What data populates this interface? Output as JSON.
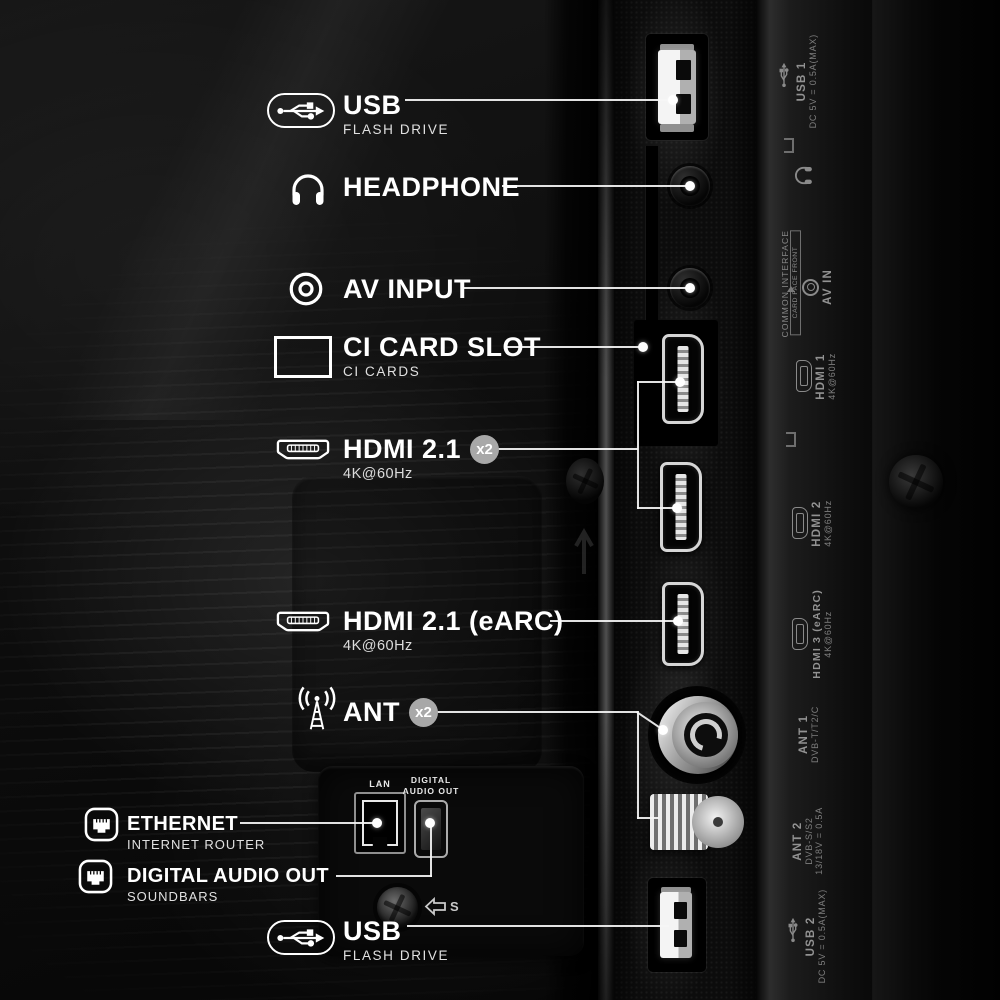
{
  "colors": {
    "background": "#000000",
    "label_text": "#ffffff",
    "sublabel_text": "#e0e0e0",
    "badge_bg": "#a8a8a8",
    "badge_text": "#ffffff",
    "engraving_text": "#8f8f8f",
    "callout_line": "#f0f0f0"
  },
  "callouts": {
    "usb_top": {
      "title": "USB",
      "subtitle": "FLASH DRIVE"
    },
    "headphone": {
      "title": "HEADPHONE"
    },
    "av_input": {
      "title": "AV INPUT"
    },
    "ci_card_slot": {
      "title": "CI CARD SLOT",
      "subtitle": "CI CARDS"
    },
    "hdmi_x2": {
      "title": "HDMI 2.1",
      "badge": "x2",
      "subtitle": "4K@60Hz"
    },
    "hdmi_earc": {
      "title": "HDMI 2.1 (eARC)",
      "subtitle": "4K@60Hz"
    },
    "ant": {
      "title": "ANT",
      "badge": "x2"
    },
    "ethernet": {
      "title": "ETHERNET",
      "subtitle": "INTERNET ROUTER"
    },
    "digital_audio_out": {
      "title": "DIGITAL AUDIO OUT",
      "subtitle": "SOUNDBARS"
    },
    "usb_bottom": {
      "title": "USB",
      "subtitle": "FLASH DRIVE"
    }
  },
  "rear_panel": {
    "lan_label": "LAN",
    "digital_audio_label_line1": "DIGITAL",
    "digital_audio_label_line2": "AUDIO OUT",
    "service_marker": "S"
  },
  "side_panel": {
    "usb1": {
      "name": "USB 1",
      "spec": "DC 5V = 0.5A(MAX)"
    },
    "common_interface": {
      "name": "COMMON INTERFACE",
      "note": "CARD FACE FRONT"
    },
    "av_in": {
      "name": "AV IN"
    },
    "hdmi1": {
      "name": "HDMI 1",
      "spec": "4K@60Hz"
    },
    "hdmi2": {
      "name": "HDMI 2",
      "spec": "4K@60Hz"
    },
    "hdmi3": {
      "name": "HDMI 3 (eARC)",
      "spec": "4K@60Hz"
    },
    "ant1": {
      "name": "ANT 1",
      "spec": "DVB-T/T2/C"
    },
    "ant2": {
      "name": "ANT 2",
      "spec": "DVB-S/S2",
      "spec2": "13/18V = 0.5A"
    },
    "usb2": {
      "name": "USB 2",
      "spec": "DC 5V = 0.5A(MAX)"
    }
  }
}
